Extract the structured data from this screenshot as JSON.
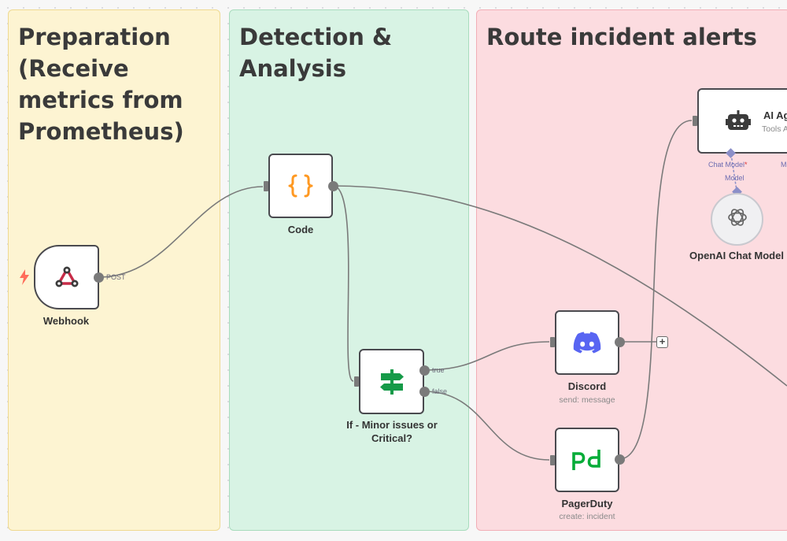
{
  "stickies": {
    "prep": "Preparation (Receive metrics from Prometheus)",
    "detect": "Detection & Analysis",
    "route": "Route incident alerts"
  },
  "nodes": {
    "webhook": {
      "label": "Webhook",
      "output_label": "POST",
      "icon": "webhook-icon"
    },
    "code": {
      "label": "Code",
      "icon": "code-braces-icon"
    },
    "if": {
      "label": "If - Minor issues or Critical?",
      "true_label": "true",
      "false_label": "false",
      "icon": "signpost-icon"
    },
    "discord": {
      "label": "Discord",
      "subtitle": "send: message",
      "icon": "discord-icon"
    },
    "pagerduty": {
      "label": "PagerDuty",
      "subtitle": "create: incident",
      "icon": "pagerduty-icon"
    },
    "agent": {
      "label": "AI Ag",
      "subtitle": "Tools A",
      "icon": "robot-icon",
      "port_chat_model": "Chat Model",
      "port_required_mark": "*",
      "port_m": "M"
    },
    "openai": {
      "label": "OpenAI Chat Model",
      "port_label": "Model",
      "icon": "openai-icon"
    }
  },
  "colors": {
    "prep_bg": "#fdf4d2",
    "detect_bg": "#d8f3e4",
    "route_bg": "#fcdce0",
    "trigger_bolt": "#ff6d5a",
    "code_orange": "#ff9922",
    "if_green": "#159a48",
    "discord_blue": "#5865f2",
    "pagerduty_green": "#06ac38",
    "ai_port": "#8b8fc8"
  }
}
